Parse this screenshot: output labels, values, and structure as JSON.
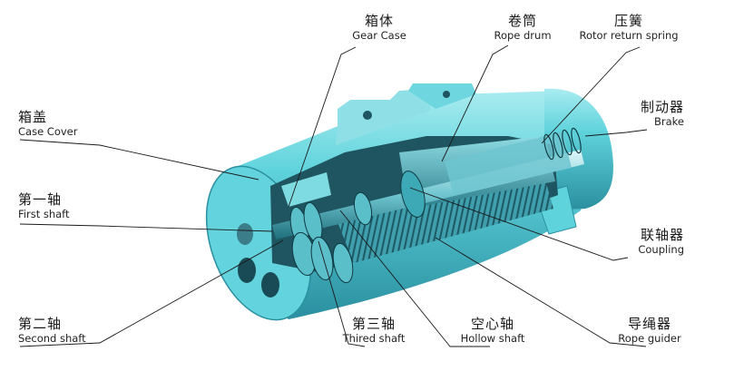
{
  "labels": {
    "gear_case": {
      "zh": "箱体",
      "en": "Gear Case"
    },
    "rope_drum": {
      "zh": "卷筒",
      "en": "Rope drum"
    },
    "rotor_spring": {
      "zh": "压簧",
      "en": "Rotor return spring"
    },
    "case_cover": {
      "zh": "箱盖",
      "en": "Case Cover"
    },
    "brake": {
      "zh": "制动器",
      "en": "Brake"
    },
    "first_shaft": {
      "zh": "第一轴",
      "en": "First shaft"
    },
    "coupling": {
      "zh": "联轴器",
      "en": "Coupling"
    },
    "second_shaft": {
      "zh": "第二轴",
      "en": "Second shaft"
    },
    "third_shaft": {
      "zh": "第三轴",
      "en": "Thired shaft"
    },
    "hollow_shaft": {
      "zh": "空心轴",
      "en": "Hollow shaft"
    },
    "rope_guider": {
      "zh": "导绳器",
      "en": "Rope guider"
    }
  },
  "colors": {
    "body": "#5fd3dc",
    "body_dark": "#2a8fa0",
    "body_light": "#a9ecf0",
    "interior": "#1e5560",
    "leader": "#1a1a1a"
  }
}
